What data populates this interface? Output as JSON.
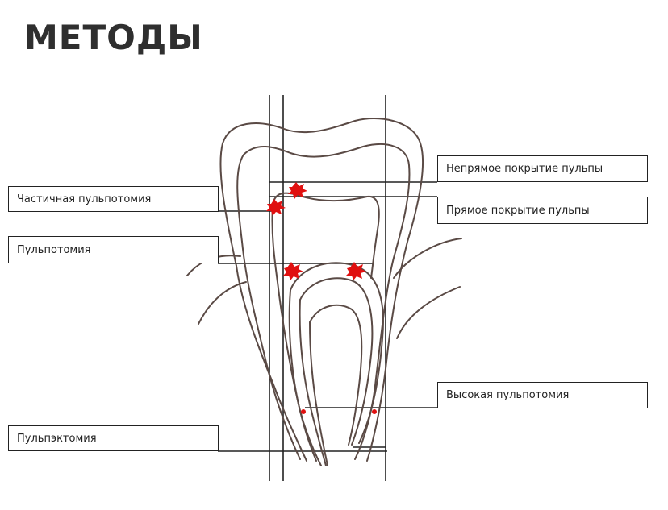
{
  "title": "МЕТОДЫ",
  "labels": {
    "indirect_pulp_capping": "Непрямое покрытие пульпы",
    "direct_pulp_capping": "Прямое покрытие пульпы",
    "partial_pulpotomy": "Частичная пульпотомия",
    "pulpotomy": "Пульпотомия",
    "high_pulpotomy": "Высокая пульпотомия",
    "pulpectomy": "Пульпэктомия"
  },
  "colors": {
    "outline": "#5a4a45",
    "lines": "#222222",
    "marks": "#e01010",
    "title": "#2f2f2f"
  }
}
